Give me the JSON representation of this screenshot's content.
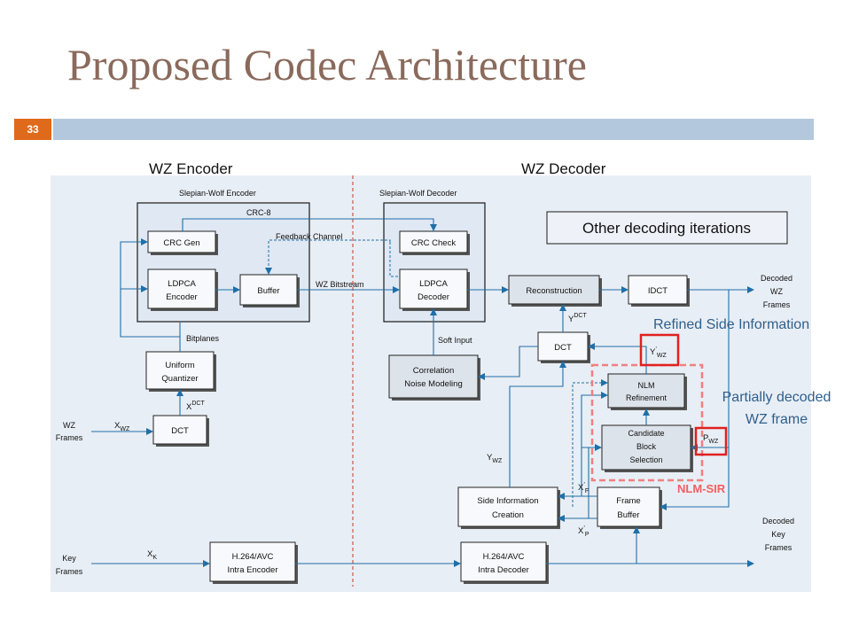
{
  "slide": {
    "title": "Proposed Codec Architecture",
    "slide_number": "33"
  },
  "headers": {
    "encoder": "WZ Encoder",
    "decoder": "WZ Decoder",
    "sw_encoder": "Slepian-Wolf Encoder",
    "sw_decoder": "Slepian-Wolf Decoder"
  },
  "blocks": {
    "crc_gen": "CRC Gen",
    "ldpca_encoder": [
      "LDPCA",
      "Encoder"
    ],
    "buffer": "Buffer",
    "uniform_quantizer": [
      "Uniform",
      "Quantizer"
    ],
    "dct_enc": "DCT",
    "h264_encoder": [
      "H.264/AVC",
      "Intra Encoder"
    ],
    "crc_check": "CRC Check",
    "ldpca_decoder": [
      "LDPCA",
      "Decoder"
    ],
    "correlation_noise": [
      "Correlation",
      "Noise Modeling"
    ],
    "reconstruction": "Reconstruction",
    "idct": "IDCT",
    "dct_dec": "DCT",
    "nlm_refinement": [
      "NLM",
      "Refinement"
    ],
    "candidate_block": [
      "Candidate",
      "Block",
      "Selection"
    ],
    "side_info": [
      "Side Information",
      "Creation"
    ],
    "frame_buffer": [
      "Frame",
      "Buffer"
    ],
    "h264_decoder": [
      "H.264/AVC",
      "Intra Decoder"
    ]
  },
  "labels": {
    "crc8": "CRC-8",
    "feedback": "Feedback Channel",
    "wz_bitstream": "WZ Bitstream",
    "bitplanes": "Bitplanes",
    "soft_input": "Soft Input",
    "wz_frames": [
      "WZ",
      "Frames"
    ],
    "key_frames": [
      "Key",
      "Frames"
    ],
    "decoded_wz": [
      "Decoded",
      "WZ",
      "Frames"
    ],
    "decoded_key": [
      "Decoded",
      "Key",
      "Frames"
    ],
    "x_wz": {
      "main": "X",
      "sub": "WZ"
    },
    "x_dct": {
      "main": "X",
      "sup": "DCT"
    },
    "x_k": {
      "main": "X",
      "sub": "K"
    },
    "y_dct": {
      "main": "Y",
      "sup": "DCT"
    },
    "y_wz": {
      "main": "Y",
      "sub": "WZ"
    },
    "y_prime_wz": {
      "main": "Y",
      "sup": "’",
      "sub": "WZ"
    },
    "p_wz": {
      "main": "P",
      "sub": "WZ"
    },
    "x_prime_f": {
      "main": "X",
      "sup": "’",
      "sub": "F"
    },
    "x_prime_p": {
      "main": "X",
      "sup": "’",
      "sub": "P"
    }
  },
  "callouts": {
    "other_iterations": "Other decoding iterations",
    "refined_si": "Refined Side Information",
    "partially_decoded": [
      "Partially decoded",
      "WZ frame"
    ],
    "nlm_sir": "NLM-SIR"
  },
  "colors": {
    "title": "#8a6a5c",
    "accent_bar": "#b3c8dd",
    "slide_number_bg": "#e06a1c",
    "arrows": "#1f6fa8",
    "highlight_red": "#e02020",
    "nlm_dashed": "#f08080"
  }
}
